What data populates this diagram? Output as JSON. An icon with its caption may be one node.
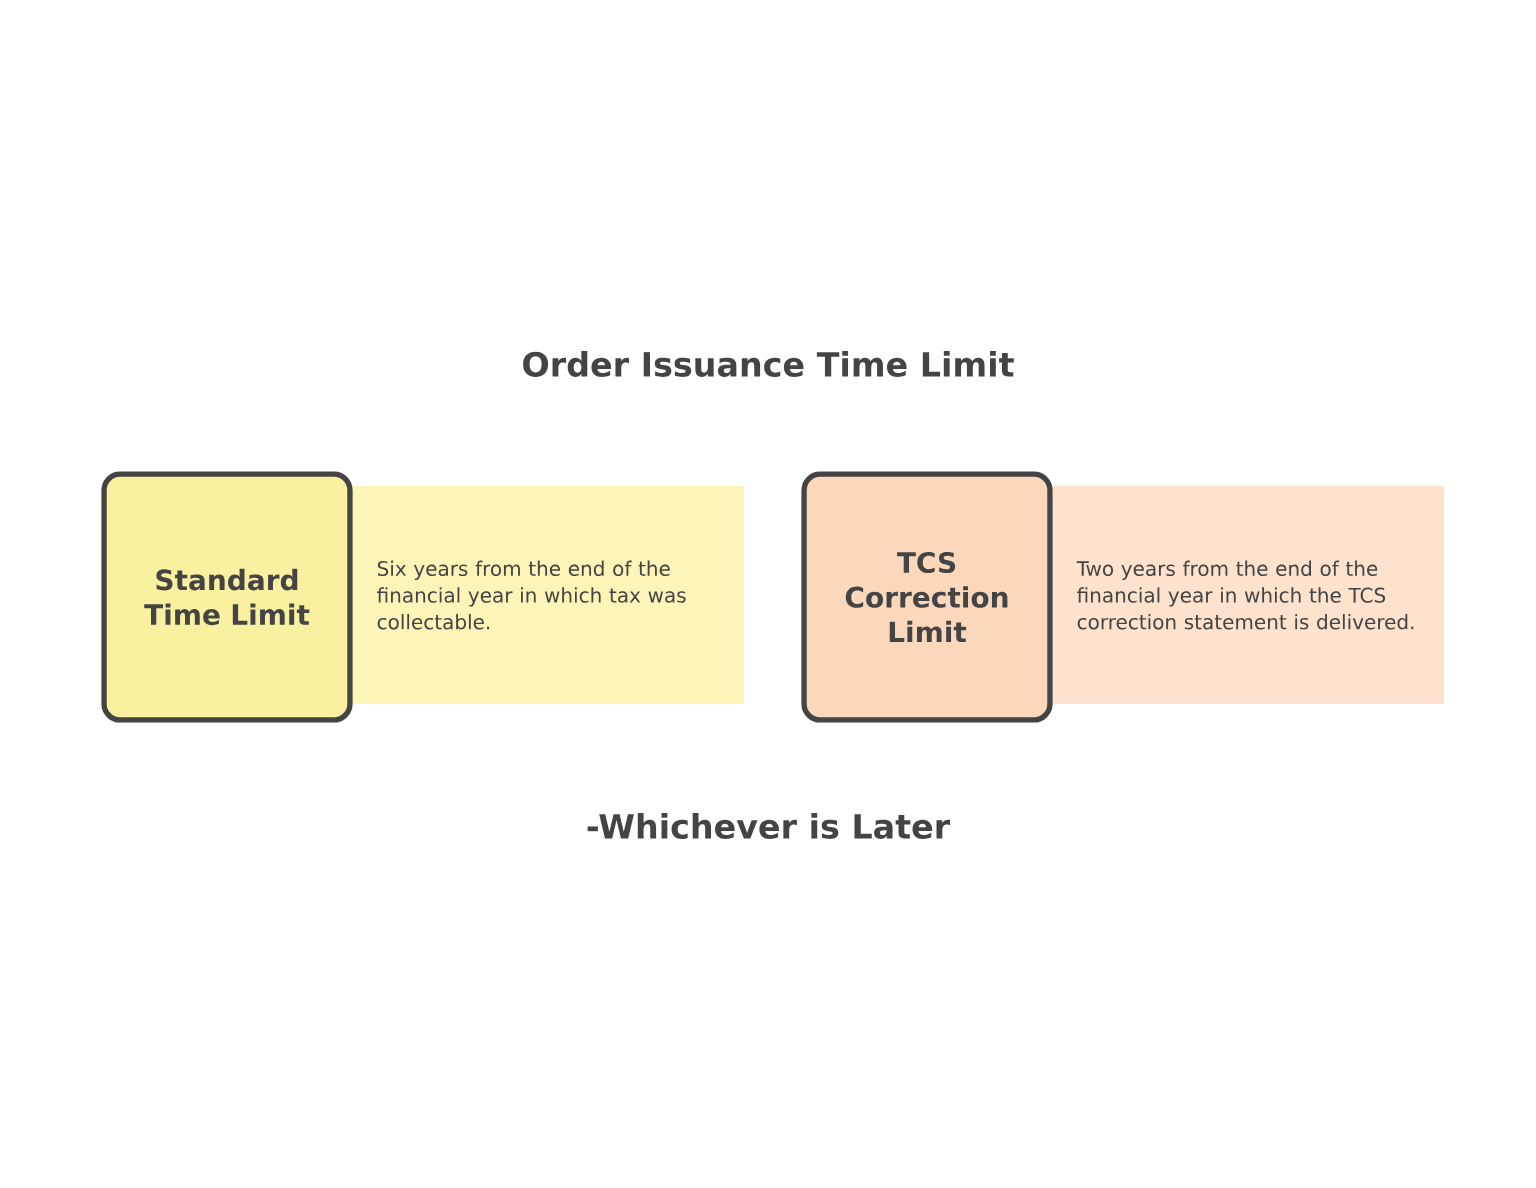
{
  "diagram": {
    "title": "Order Issuance Time Limit",
    "nodes": [
      {
        "text": [
          "Standard Time Limit"
        ]
      },
      {
        "text": [
          "Six years from the end of the financial year in which tax was collectable."
        ]
      },
      {
        "text": [
          "TCS Correction Limit"
        ]
      },
      {
        "text": [
          "Two years from the end of the financial year in which the TCS correction statement is delivered."
        ]
      }
    ],
    "caption": "-Whichever is Later"
  }
}
